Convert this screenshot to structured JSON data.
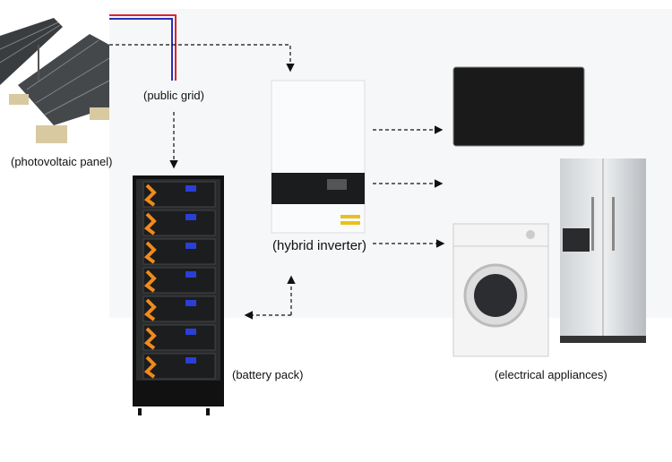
{
  "labels": {
    "pv": "(photovoltaic panel)",
    "grid": "(public grid)",
    "inverter": "(hybrid inverter)",
    "battery": "(battery pack)",
    "appliances": "(electrical appliances)"
  },
  "colors": {
    "grid_live": "#d9262c",
    "grid_neutral": "#2a2fb8",
    "arrows": "#111111",
    "battery_cable": "#f08a1c",
    "battery_display": "#2a3fd6"
  }
}
